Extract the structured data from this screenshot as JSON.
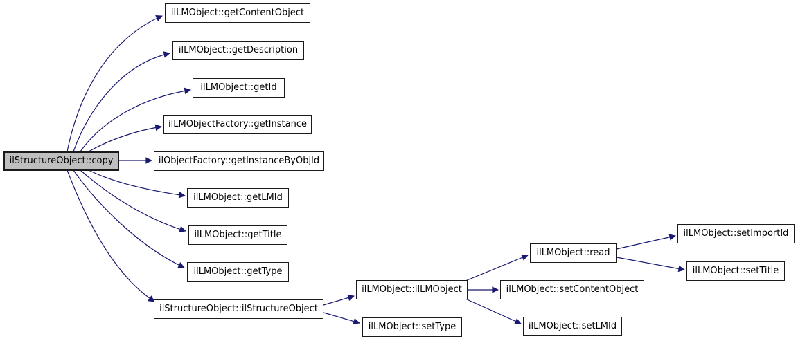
{
  "diagram": {
    "type": "call-graph",
    "root": "ilStructureObject::copy"
  },
  "colors": {
    "edge": "#191970",
    "node-border": "#1a1a1a",
    "node-fill": "#ffffff",
    "highlight-fill": "#bfbfbf",
    "background": "#ffffff",
    "text": "#000000"
  },
  "nodes": [
    {
      "id": "copy",
      "label": "ilStructureObject::copy",
      "highlighted": true
    },
    {
      "id": "getContentObject",
      "label": "ilLMObject::getContentObject",
      "highlighted": false
    },
    {
      "id": "getDescription",
      "label": "ilLMObject::getDescription",
      "highlighted": false
    },
    {
      "id": "getId",
      "label": "ilLMObject::getId",
      "highlighted": false
    },
    {
      "id": "getInstance",
      "label": "ilLMObjectFactory::getInstance",
      "highlighted": false
    },
    {
      "id": "getInstanceByObjId",
      "label": "ilObjectFactory::getInstanceByObjId",
      "highlighted": false
    },
    {
      "id": "getLMId",
      "label": "ilLMObject::getLMId",
      "highlighted": false
    },
    {
      "id": "getTitle",
      "label": "ilLMObject::getTitle",
      "highlighted": false
    },
    {
      "id": "getType",
      "label": "ilLMObject::getType",
      "highlighted": false
    },
    {
      "id": "ilStructureObject",
      "label": "ilStructureObject::ilStructureObject",
      "highlighted": false
    },
    {
      "id": "ilLMObject",
      "label": "ilLMObject::ilLMObject",
      "highlighted": false
    },
    {
      "id": "setType",
      "label": "ilLMObject::setType",
      "highlighted": false
    },
    {
      "id": "read",
      "label": "ilLMObject::read",
      "highlighted": false
    },
    {
      "id": "setContentObject",
      "label": "ilLMObject::setContentObject",
      "highlighted": false
    },
    {
      "id": "setLMId",
      "label": "ilLMObject::setLMId",
      "highlighted": false
    },
    {
      "id": "setImportId",
      "label": "ilLMObject::setImportId",
      "highlighted": false
    },
    {
      "id": "setTitle",
      "label": "ilLMObject::setTitle",
      "highlighted": false
    }
  ],
  "edges": [
    {
      "from": "copy",
      "to": "getContentObject"
    },
    {
      "from": "copy",
      "to": "getDescription"
    },
    {
      "from": "copy",
      "to": "getId"
    },
    {
      "from": "copy",
      "to": "getInstance"
    },
    {
      "from": "copy",
      "to": "getInstanceByObjId"
    },
    {
      "from": "copy",
      "to": "getLMId"
    },
    {
      "from": "copy",
      "to": "getTitle"
    },
    {
      "from": "copy",
      "to": "getType"
    },
    {
      "from": "copy",
      "to": "ilStructureObject"
    },
    {
      "from": "ilStructureObject",
      "to": "ilLMObject"
    },
    {
      "from": "ilStructureObject",
      "to": "setType"
    },
    {
      "from": "ilLMObject",
      "to": "read"
    },
    {
      "from": "ilLMObject",
      "to": "setContentObject"
    },
    {
      "from": "ilLMObject",
      "to": "setLMId"
    },
    {
      "from": "read",
      "to": "setImportId"
    },
    {
      "from": "read",
      "to": "setTitle"
    }
  ]
}
